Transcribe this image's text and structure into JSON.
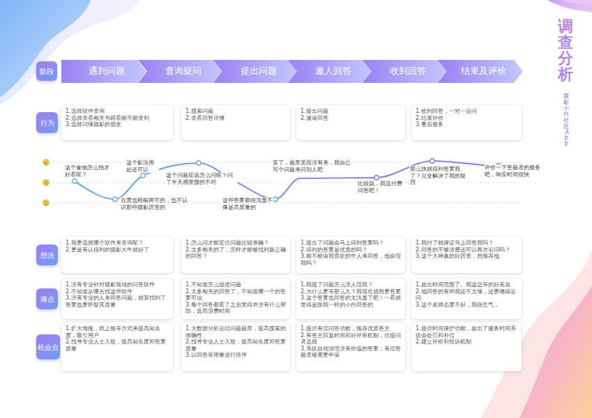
{
  "diagram": {
    "title": "调查分析",
    "nodes": [
      {
        "text": [
          "阶段"
        ]
      },
      {
        "text": [
          "遇到问题"
        ]
      },
      {
        "text": [
          "查询疑问"
        ]
      },
      {
        "text": [
          "提出问题"
        ]
      },
      {
        "text": [
          "邀人回答"
        ]
      },
      {
        "text": [
          "收到回答"
        ]
      },
      {
        "text": [
          "结束及评价"
        ]
      },
      {
        "text": [
          "行为"
        ]
      },
      {
        "text": [
          "1.选择软件查询",
          "2.选择查看相关书籍看能不能查到",
          "3.选择问懂摄影的朋友"
        ]
      },
      {
        "text": [
          "1.搜索问题",
          "2.查看回答详情"
        ]
      },
      {
        "text": [
          "1.提出问题",
          "2.邀请回答"
        ]
      },
      {
        "text": [
          "1.收到回答，一对一追问",
          "2.结束评价",
          "3.售后服务"
        ]
      },
      {
        "text": [
          "想法"
        ]
      },
      {
        "text": [
          "1.我要选择哪个软件来查询呢？",
          "2.要是有认得到的摄影大牛就好了"
        ]
      },
      {
        "text": [
          "1.怎么问才能定位问题比较准确？",
          "2.太多相关的了，怎样才能够找到最正确的回答？"
        ]
      },
      {
        "text": [
          "1.提出了问题会马上得到答案吗？",
          "2.得到的答案是优质的吗？",
          "3.能不能请我喜欢的牛人来回答，他会理我吗？"
        ]
      },
      {
        "text": [
          "1.我付了钱保证马上回答我吗？",
          "2.回答的不够清楚还可以再次追问吗？",
          "3.这个大神真的好厉害，想推荐他"
        ]
      },
      {
        "text": [
          "痛点"
        ]
      },
      {
        "text": [
          "1.没有专业针对摄影领域的问答软件",
          "2.不知道从哪去找这些软件",
          "3.没有专业的人来回答问题，就算找到了答案也要怀疑其质量"
        ]
      },
      {
        "text": [
          "1.不知道怎么描述问题",
          "2.太多相关的回答了，不知道哪一个的答案可信",
          "3.每个回答都看了之后觉得并没有什么帮助，反而浪费时间"
        ]
      },
      {
        "text": [
          "1.我提了问题怎么没人理我？",
          "2.为什么要等那么久？我现在就想要答案",
          "3.这个答案也回答的太浅显了吧！一看就觉得是跟我一样的小白回答的"
        ]
      },
      {
        "text": [
          "1.超出时间范围了。我这边等的好着急",
          "2.他回答的有些我还不太懂，还要继续追问",
          "3.这个老师态度不好，我很生气，"
        ]
      },
      {
        "text": [
          "机会点"
        ]
      },
      {
        "text": [
          "1.扩大地推，线上推等方式来提高知名度，吸引用户",
          "2.找寻专业人士入驻，提高知名度和答案质量"
        ]
      },
      {
        "text": [
          "1.大数据分析总结问题题库，提高搜索的准确性",
          "2.找寻专业人士入驻，提高知名度和答案质量",
          "3.以回答采用量进行排序"
        ]
      },
      {
        "text": [
          "1.提供有偿问答功能，推荐优质答主",
          "2.有答主回复时间和好评率机制，供提问者选择",
          "3.系统自动清理没有价值的答案，有偿答题资格需要申请"
        ]
      },
      {
        "text": [
          "1.提供时间保护功能，超出了服务时间系统会处罚和补偿",
          "2.建立评价和投诉机制"
        ]
      }
    ],
    "labels": [
      "这个食物怎么拍才好看呢？",
      "百度也模棱两可的，也不认识那些摄影厉害的",
      "这个影涉用起还可以",
      "这个问题应该怎么问呢？问了半天感觉搜的不对",
      "这些答案都很浅显不像是高质量的",
      "算了，题库里面没有来，我自己写个问题来问别人吧",
      "比较急，我选付费问答吧！",
      "那么快就得到答案我了？完全解决了我的疑惑",
      "评价一下答题者的服务吧，响应时间很快",
      "摄影小白社区·APP"
    ]
  }
}
